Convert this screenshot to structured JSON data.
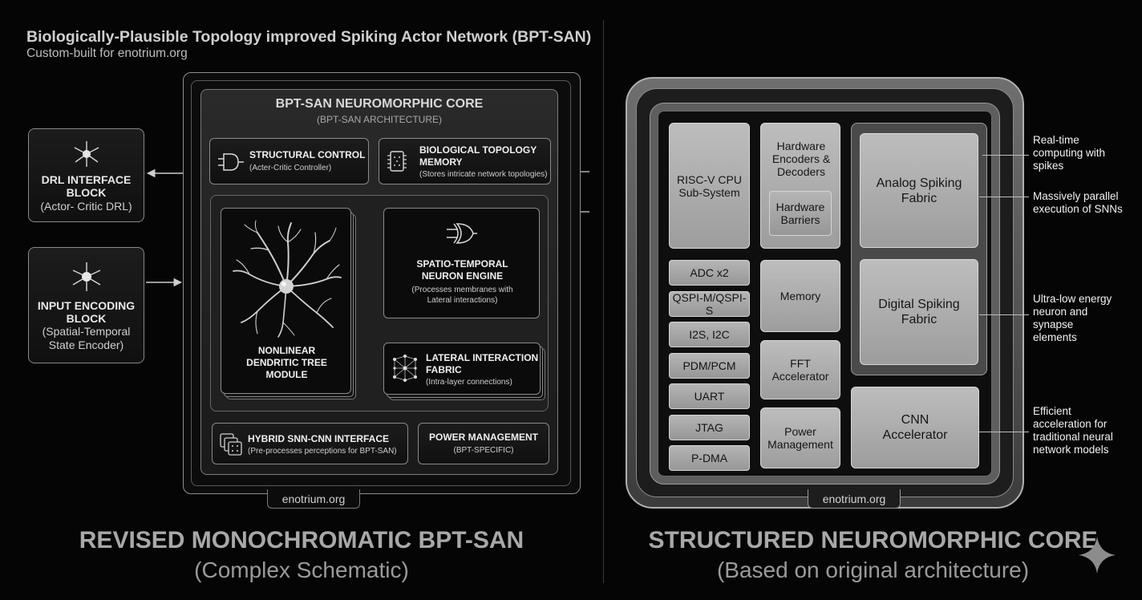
{
  "header": {
    "title": "Biologically-Plausible Topology improved Spiking Actor Network (BPT-SAN)",
    "subtitle": "Custom-built for enotrium.org"
  },
  "left": {
    "drl_block": {
      "title_line1": "DRL INTERFACE",
      "title_line2": "BLOCK",
      "subtitle": "(Actor- Critic DRL)"
    },
    "input_block": {
      "title_line1": "INPUT ENCODING",
      "title_line2": "BLOCK",
      "subtitle_line1": "(Spatial-Temporal",
      "subtitle_line2": "State Encoder)"
    },
    "core": {
      "title": "BPT-SAN NEUROMORPHIC CORE",
      "subtitle": "(BPT-SAN ARCHITECTURE)",
      "structural": {
        "title": "STRUCTURAL CONTROL",
        "subtitle": "(Acter-Critic Controller)"
      },
      "bio_memory": {
        "title_line1": "BIOLOGICAL TOPOLOGY",
        "title_line2": "MEMORY",
        "subtitle": "(Stores intricate network topologies)"
      },
      "dendritic": {
        "line1": "NONLINEAR",
        "line2": "DENDRITIC TREE",
        "line3": "MODULE"
      },
      "neuron_engine": {
        "title_line1": "SPATIO-TEMPORAL",
        "title_line2": "NEURON ENGINE",
        "subtitle_line1": "(Processes membranes with",
        "subtitle_line2": "Lateral interactions)"
      },
      "lateral": {
        "title_line1": "LATERAL INTERACTION",
        "title_line2": "FABRIC",
        "subtitle": "(Intra-layer connections)"
      },
      "hybrid": {
        "title": "HYBRID SNN-CNN INTERFACE",
        "subtitle": "(Pre-processes perceptions for BPT-SAN)"
      },
      "power": {
        "title": "POWER MANAGEMENT",
        "subtitle": "(BPT-SPECIFIC)"
      }
    },
    "footer_tag": "enotrium.org",
    "caption_line1": "REVISED MONOCHROMATIC BPT-SAN",
    "caption_line2": "(Complex Schematic)"
  },
  "right": {
    "cpu": {
      "line1": "RISC-V CPU",
      "line2": "Sub-System"
    },
    "encoders": {
      "line1": "Hardware",
      "line2": "Encoders &",
      "line3": "Decoders"
    },
    "barriers": {
      "line1": "Hardware",
      "line2": "Barriers"
    },
    "peripherals": [
      "ADC x2",
      "QSPI-M/QSPI-S",
      "I2S, I2C",
      "PDM/PCM",
      "UART",
      "JTAG",
      "P-DMA"
    ],
    "memory": "Memory",
    "fft": {
      "line1": "FFT",
      "line2": "Accelerator"
    },
    "power": {
      "line1": "Power",
      "line2": "Management"
    },
    "analog": {
      "line1": "Analog Spiking",
      "line2": "Fabric"
    },
    "digital": {
      "line1": "Digital Spiking",
      "line2": "Fabric"
    },
    "cnn": {
      "line1": "CNN",
      "line2": "Accelerator"
    },
    "annotations": [
      {
        "line1": "Real-time",
        "line2": "computing with",
        "line3": "spikes"
      },
      {
        "line1": "Massively parallel",
        "line2": "execution of SNNs"
      },
      {
        "line1": "Ultra-low energy",
        "line2": "neuron and",
        "line3": "synapse",
        "line4": "elements"
      },
      {
        "line1": "Efficient",
        "line2": "acceleration for",
        "line3": "traditional neural",
        "line4": "network models"
      }
    ],
    "footer_tag": "enotrium.org",
    "caption_line1": "STRUCTURED NEUROMORPHIC CORE",
    "caption_line2": "(Based on original architecture)"
  }
}
